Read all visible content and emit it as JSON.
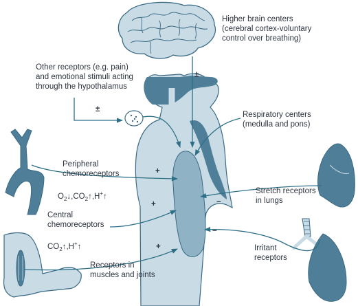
{
  "labels": {
    "higher_brain": "Higher brain centers\n(cerebral cortex-voluntary\ncontrol over breathing)",
    "other_receptors": "Other receptors (e.g. pain)\nand emotional stimuli acting\nthrough the hypothalamus",
    "respiratory_centers": "Respiratory centers\n(medulla and pons)",
    "peripheral_title": "Peripheral\nchemoreceptors",
    "stretch": "Stretch receptors\nin lungs",
    "central_title": "Central\nchemoreceptors",
    "irritant": "Irritant\nreceptors",
    "muscles": "Receptors in\nmuscles and joints"
  },
  "formulas": {
    "peripheral": {
      "o2": "O",
      "o2_sub": "2",
      "o2_arrow": "↓",
      "sep1": ",",
      "co2": "CO",
      "co2_sub": "2",
      "co2_arrow": "↑",
      "sep2": ",",
      "h": "H",
      "h_sup": "+",
      "h_arrow": "↑"
    },
    "central": {
      "co2": "CO",
      "co2_sub": "2",
      "co2_arrow": "↑",
      "sep": ",",
      "h": "H",
      "h_sup": "+",
      "h_arrow": "↑"
    }
  },
  "signs": {
    "higher_brain": "±",
    "other_receptors": "±",
    "peripheral": "+",
    "central": "+",
    "muscles": "+",
    "stretch": "−",
    "irritant": "−"
  },
  "colors": {
    "tissue_light": "#c9dbe4",
    "tissue_dark": "#4f7e99",
    "center": "#8fb2c4",
    "outline": "#3a6a84",
    "arrow": "#2c6f86",
    "text": "#2d3440"
  }
}
